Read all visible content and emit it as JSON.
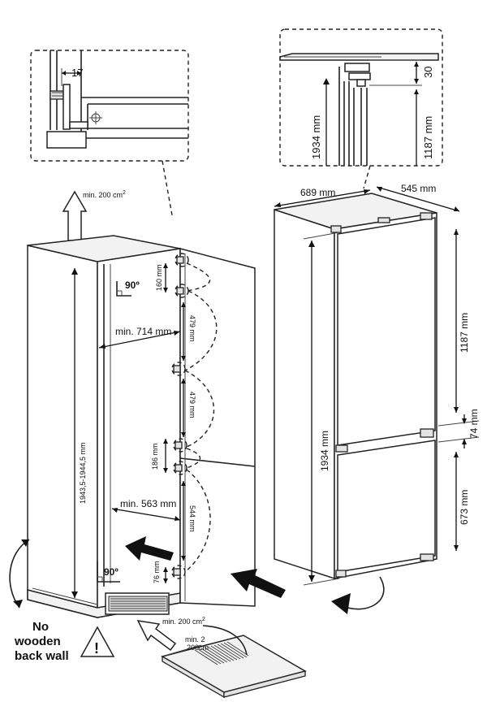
{
  "detail_left": {
    "gap_label": "17"
  },
  "detail_right": {
    "top_gap": "30",
    "height_total": "1934 mm",
    "height_upper": "1187 mm"
  },
  "cabinet": {
    "vent_top": "min. 200 cm",
    "vent_top_sup": "2",
    "height_range": "1943,5-1944,5 mm",
    "depth_upper": "min. 714 mm",
    "depth_lower": "min. 563 mm",
    "angle_top": "90º",
    "angle_bottom": "90º",
    "hinge_gap_1": "160 mm",
    "hinge_gap_2": "479 mm",
    "hinge_gap_3": "479 mm",
    "hinge_gap_4": "186 mm",
    "hinge_gap_5": "544 mm",
    "hinge_gap_6": "76 mm",
    "vent_bottom": "min. 200 cm",
    "vent_bottom_sup": "2"
  },
  "warning": {
    "line1": "No",
    "line2": "wooden",
    "line3": "back wall"
  },
  "plinth": {
    "label_min": "min. 2",
    "label_area": "200cm"
  },
  "fridge": {
    "width": "689 mm",
    "depth": "545 mm",
    "height_total": "1934 mm",
    "height_upper": "1187 mm",
    "gap": "74 mm",
    "height_lower": "673 mm"
  }
}
